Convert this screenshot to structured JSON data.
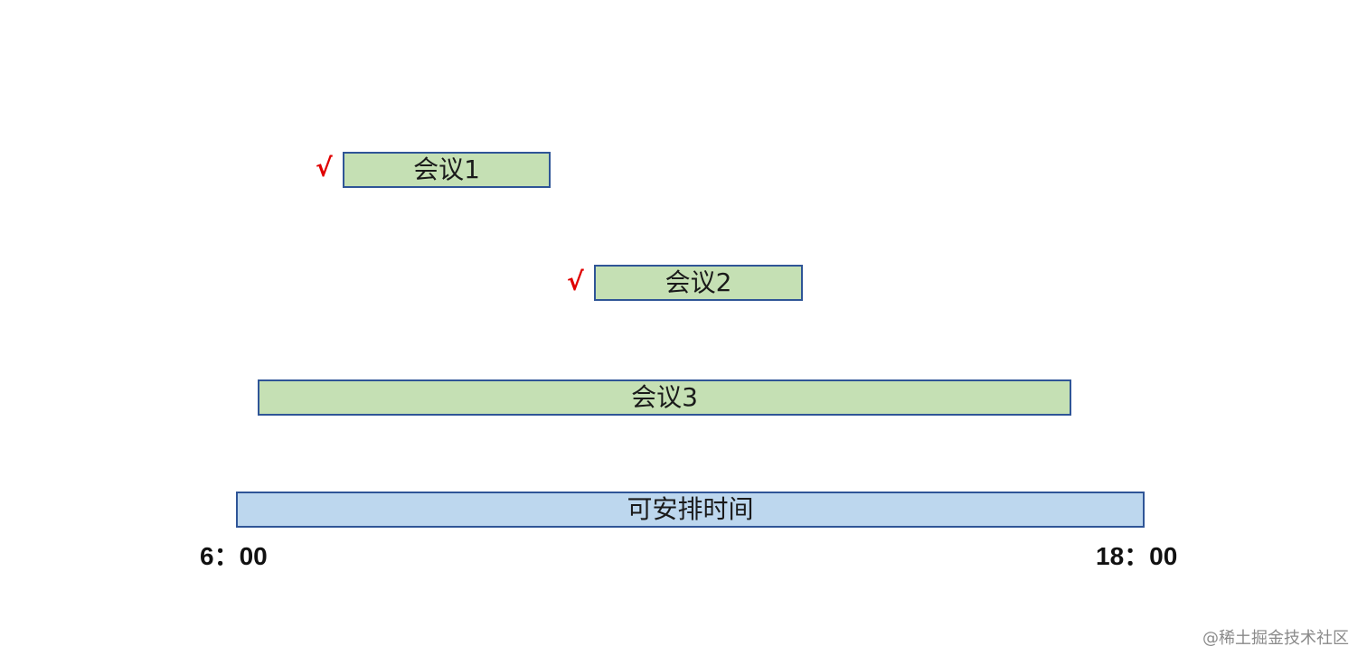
{
  "meetings": [
    {
      "label": "会议1",
      "check": "√"
    },
    {
      "label": "会议2",
      "check": "√"
    },
    {
      "label": "会议3"
    }
  ],
  "available": {
    "label": "可安排时间"
  },
  "axis": {
    "start_label": "6：00",
    "end_label": "18：00"
  },
  "watermark": "@稀土掘金技术社区",
  "colors": {
    "meeting_fill": "#c5e0b4",
    "available_fill": "#bdd7ee",
    "border": "#2f5597",
    "check": "#e00000"
  }
}
